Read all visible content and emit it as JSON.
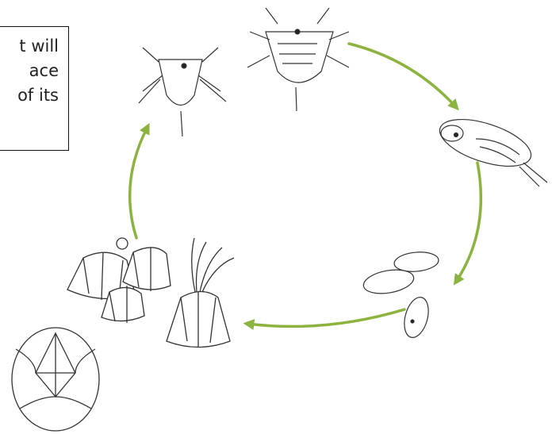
{
  "caption": {
    "lines": [
      "t will",
      "ace",
      "of its"
    ]
  },
  "colors": {
    "arrow": "#8db33f",
    "ink": "#333333",
    "caption_border": "#111111"
  },
  "stages": [
    {
      "id": "nauplius-early",
      "icon": "nauplius-larva-icon"
    },
    {
      "id": "nauplius-late",
      "icon": "nauplius-larva-icon"
    },
    {
      "id": "cyprid",
      "icon": "cyprid-larva-icon"
    },
    {
      "id": "settled-cyprid",
      "icon": "settled-cyprid-icon"
    },
    {
      "id": "feeding-adult",
      "icon": "adult-barnacle-feeding-icon"
    },
    {
      "id": "adult-cluster",
      "icon": "adult-barnacle-cluster-icon"
    },
    {
      "id": "top-view",
      "icon": "barnacle-top-view-icon"
    }
  ]
}
